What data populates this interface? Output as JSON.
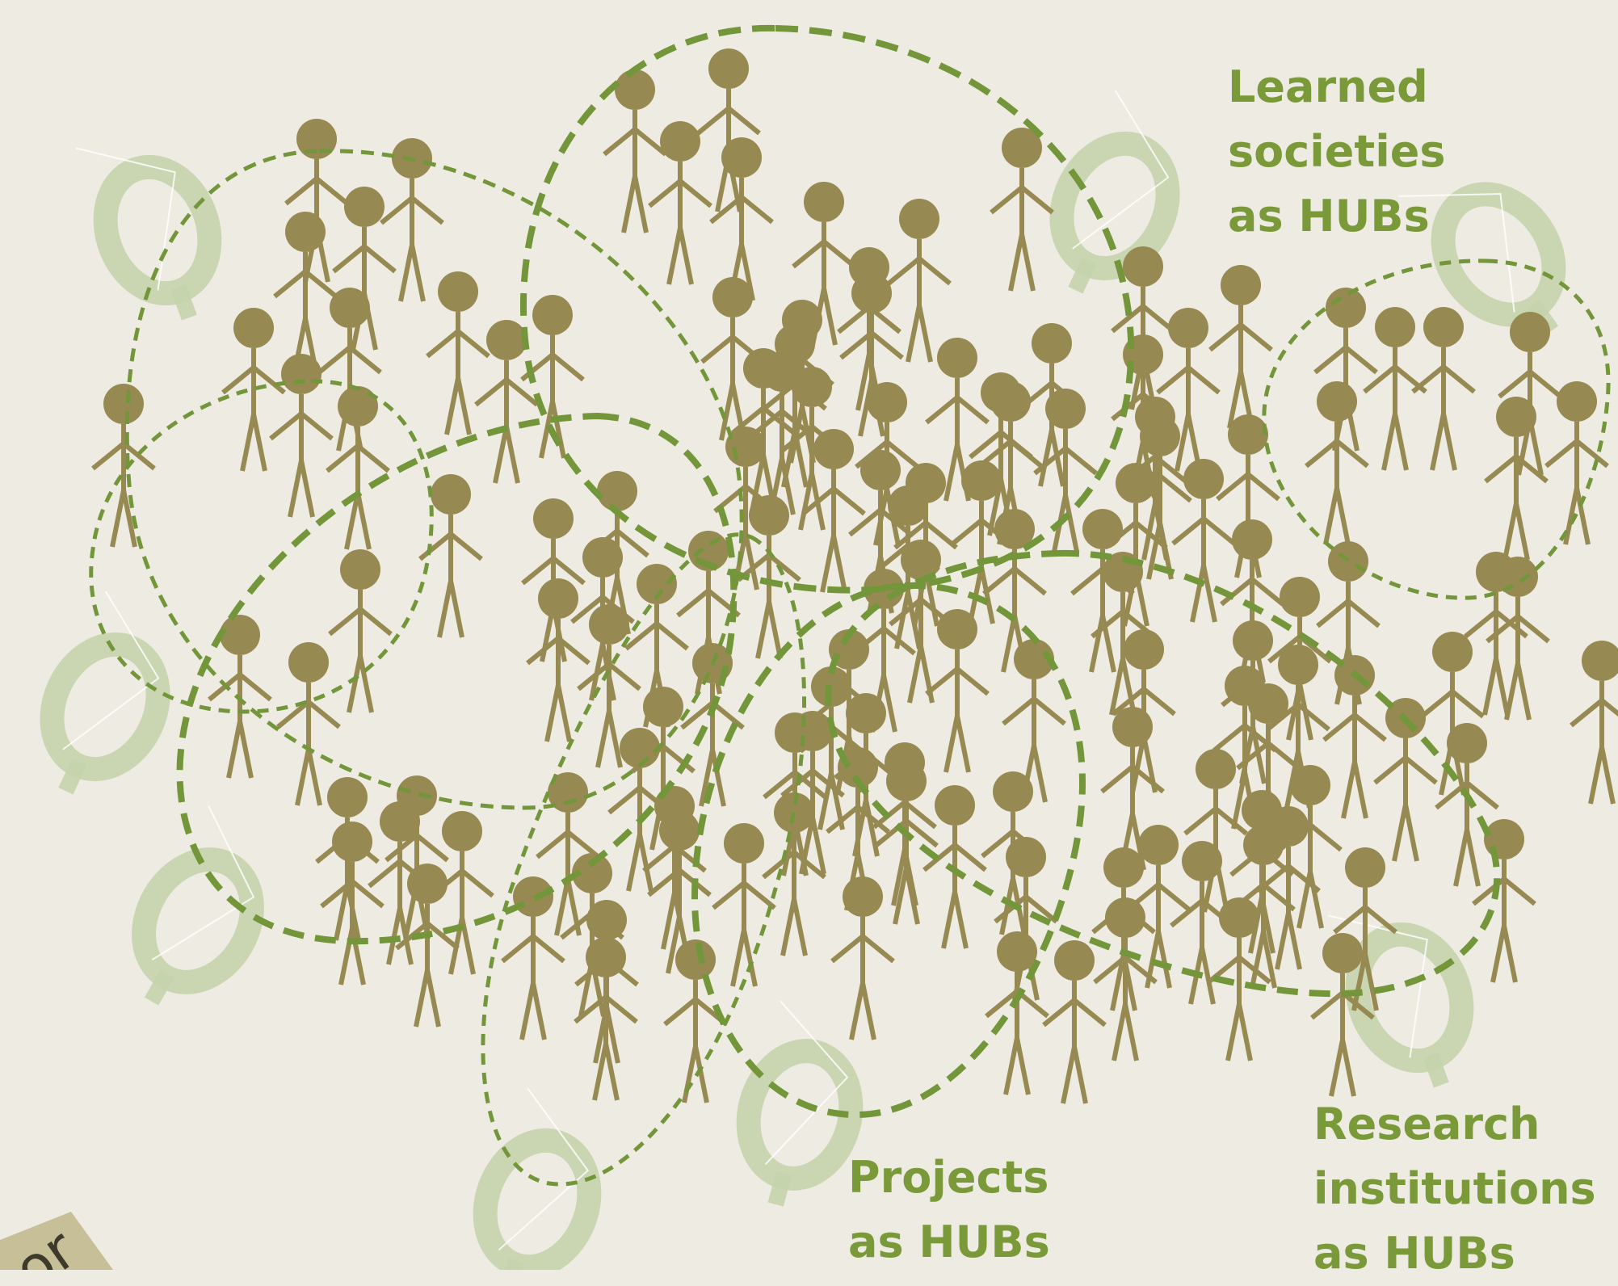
{
  "labels": {
    "learned": [
      "Learned",
      "societies",
      "as HUBs"
    ],
    "projects": [
      "Projects",
      "as HUBs"
    ],
    "research": [
      "Research",
      "institutions",
      "as HUBs"
    ]
  },
  "corner_tab": {
    "partial_text": "or"
  },
  "colors": {
    "background": "#eeece2",
    "person": "#968a52",
    "hub_line": "#74963a",
    "label": "#7a9a3a",
    "watermark": "#c5d4ad",
    "corner_tab": "#c7bf98"
  },
  "icons": {
    "person": "person-icon",
    "watermark": "magnifier-watermark-icon"
  }
}
